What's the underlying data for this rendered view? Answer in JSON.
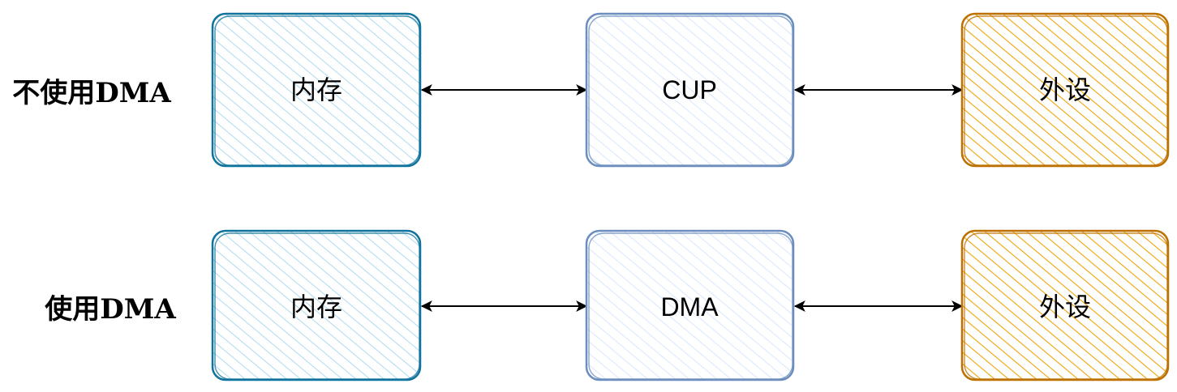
{
  "rows": [
    {
      "label": "不使用DMA",
      "nodes": [
        {
          "label": "内存",
          "role": "memory"
        },
        {
          "label": "CUP",
          "role": "mediator"
        },
        {
          "label": "外设",
          "role": "peripheral"
        }
      ]
    },
    {
      "label": "使用DMA",
      "nodes": [
        {
          "label": "内存",
          "role": "memory"
        },
        {
          "label": "DMA",
          "role": "mediator"
        },
        {
          "label": "外设",
          "role": "peripheral"
        }
      ]
    }
  ],
  "colors": {
    "memory_fill": "#b1ddf0",
    "memory_stroke": "#10739e",
    "mediator_fill": "#dae8fc",
    "mediator_stroke": "#6c8ebf",
    "peripheral_fill": "#f0a30a",
    "peripheral_stroke": "#bd7000",
    "arrow": "#000000"
  },
  "edges": [
    {
      "from": "memory",
      "to": "mediator",
      "direction": "both"
    },
    {
      "from": "mediator",
      "to": "peripheral",
      "direction": "both"
    }
  ]
}
